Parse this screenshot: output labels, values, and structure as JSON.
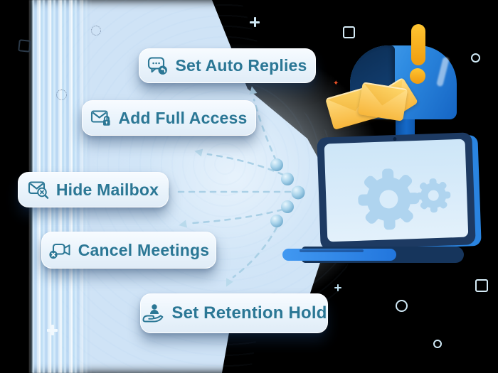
{
  "scene": {
    "background_color": "#000000",
    "wash_color": "#cfe3f6",
    "accent_text_color": "#2b7795",
    "dashed_line_color": "#a8cfe5",
    "laptop_frame_color": "#1d3a62",
    "laptop_accent_color": "#2a84e0",
    "mailbox_color": "#2f8ce2",
    "flag_color": "#f6a81c",
    "envelope_color": "#ffd34f"
  },
  "chips": [
    {
      "label": "Set Auto Replies",
      "icon": "auto-reply-chat-icon"
    },
    {
      "label": "Add Full Access",
      "icon": "envelope-lock-icon"
    },
    {
      "label": "Hide Mailbox",
      "icon": "envelope-search-x-icon"
    },
    {
      "label": "Cancel Meetings",
      "icon": "video-camera-x-icon"
    },
    {
      "label": "Set Retention Hold",
      "icon": "hand-holding-user-icon"
    }
  ],
  "illustrations": {
    "mailbox": "open-blue-mailbox-with-envelopes",
    "laptop": "laptop-with-gears-on-screen",
    "connections": "five-dashed-arrows-from-laptop-to-chips"
  },
  "decorations": [
    "plus-icon",
    "square-outline-icon",
    "circle-outline-icon",
    "dotted-circle-icon",
    "sparkle-icon"
  ]
}
